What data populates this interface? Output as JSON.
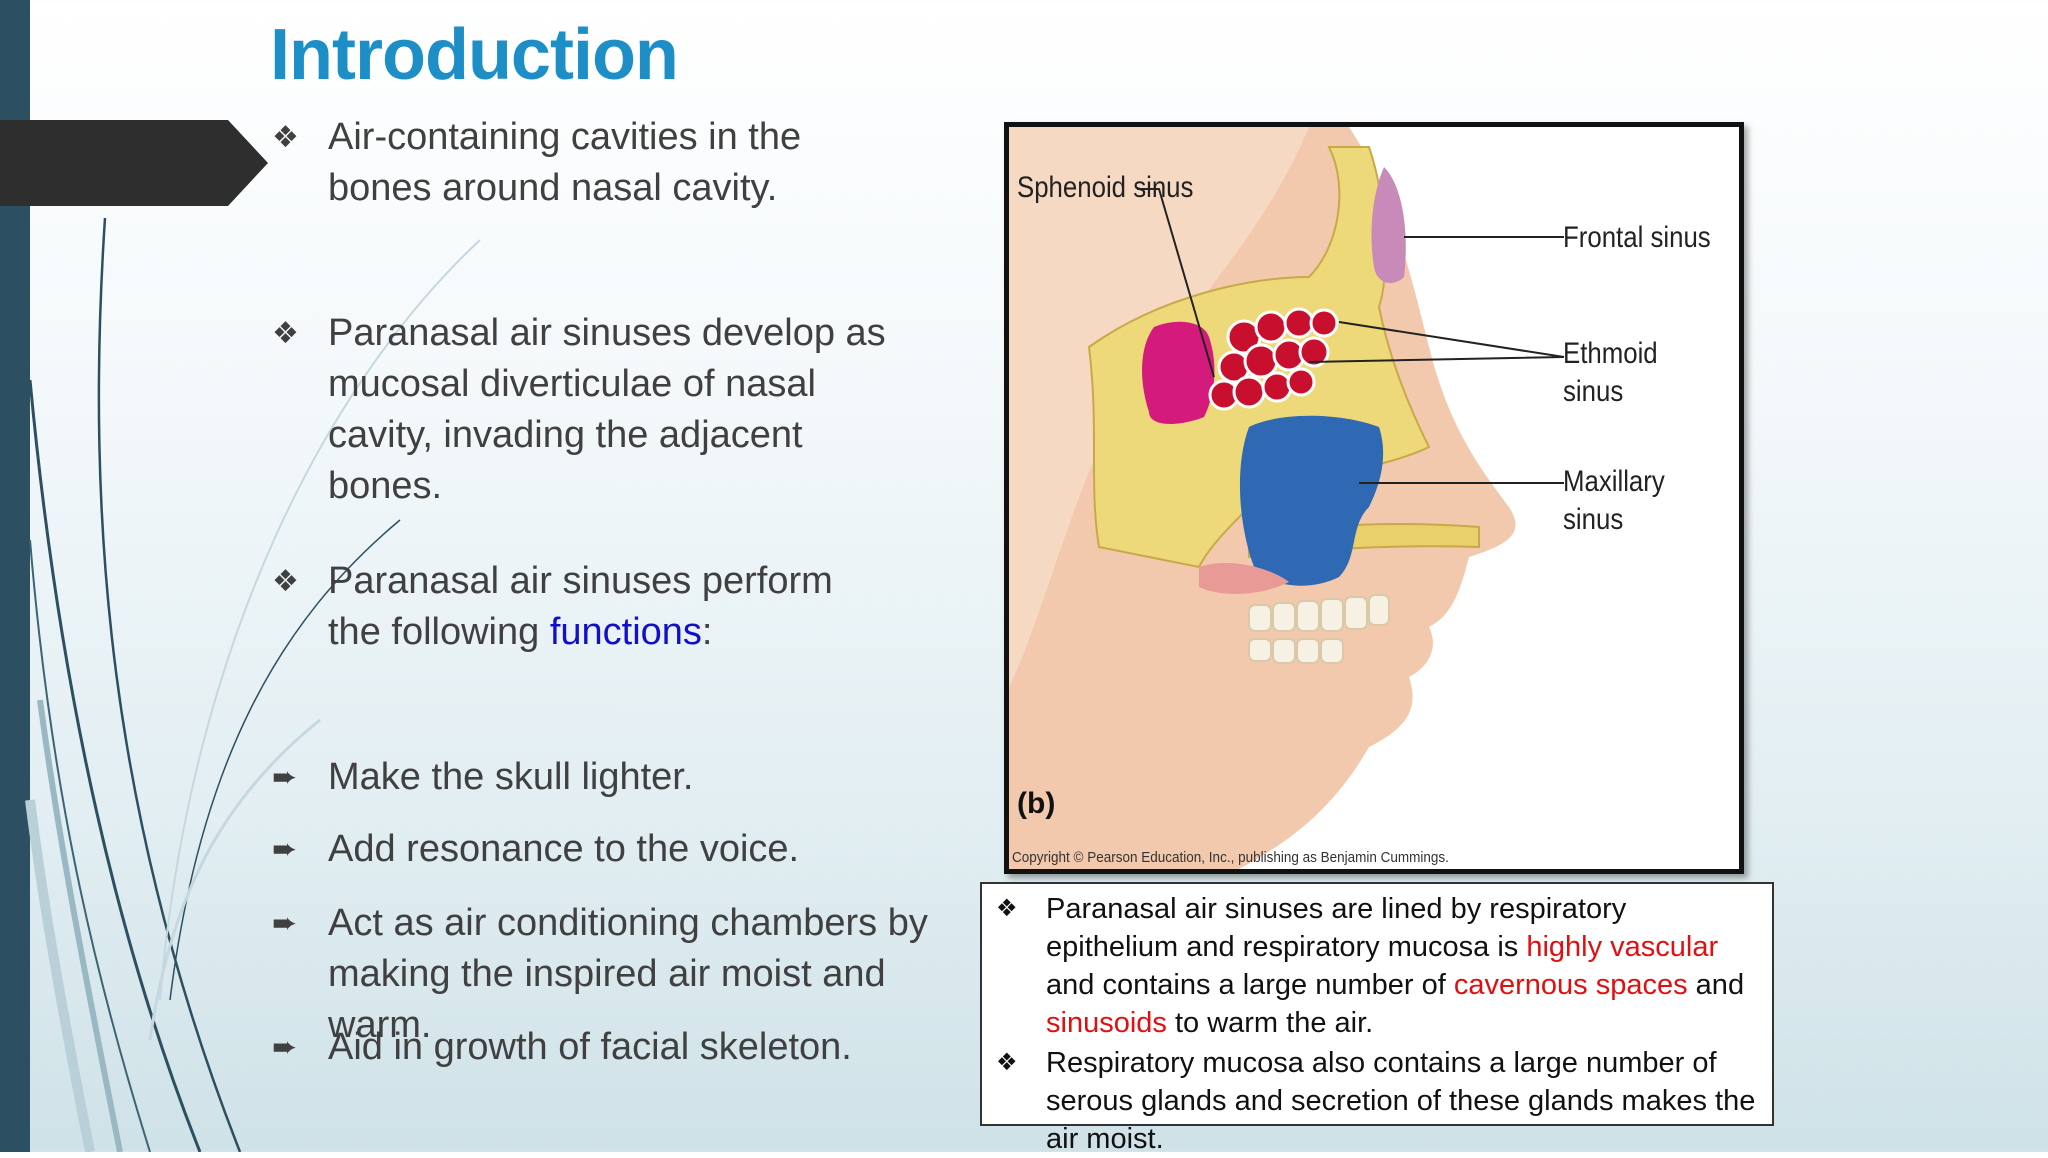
{
  "slide": {
    "title": "Introduction",
    "bullets": [
      {
        "marker": "❖",
        "text": "Air-containing cavities in the bones around nasal cavity."
      },
      {
        "marker": "❖",
        "text": "Paranasal air sinuses develop as mucosal diverticulae of nasal cavity, invading the adjacent bones."
      },
      {
        "marker": "❖",
        "text_before": "Paranasal air sinuses perform the following ",
        "highlight": "functions",
        "text_after": ":"
      },
      {
        "marker": "➨",
        "text": "Make the skull lighter."
      },
      {
        "marker": "➨",
        "text": "Add resonance to the voice."
      },
      {
        "marker": "➨",
        "text": "Act as air conditioning chambers by making the inspired air moist and warm."
      },
      {
        "marker": "➨",
        "text": "Aid in growth of facial skeleton."
      }
    ]
  },
  "figure": {
    "labels": {
      "sphenoid": "Sphenoid sinus",
      "frontal": "Frontal sinus",
      "ethmoid": "Ethmoid sinus",
      "maxillary": "Maxillary sinus"
    },
    "panel_label": "(b)",
    "copyright": "Copyright © Pearson Education, Inc., publishing as Benjamin Cummings."
  },
  "notes": {
    "marker": "❖",
    "note1": {
      "part1": "Paranasal air sinuses are lined by respiratory epithelium and respiratory mucosa is ",
      "red1": "highly vascular",
      "part2": " and contains a large number of ",
      "red2": "cavernous spaces",
      "part3": " and ",
      "red3": "sinusoids",
      "part4": " to warm the air."
    },
    "note2": "Respiratory mucosa also contains a large number of serous glands and secretion of these glands makes the air moist."
  },
  "colors": {
    "title": "#1e8fc6",
    "left_bar": "#2d4f62",
    "arrow_tab": "#2e2e2e",
    "highlight_blue": "#1010c8",
    "highlight_red": "#e01010"
  }
}
